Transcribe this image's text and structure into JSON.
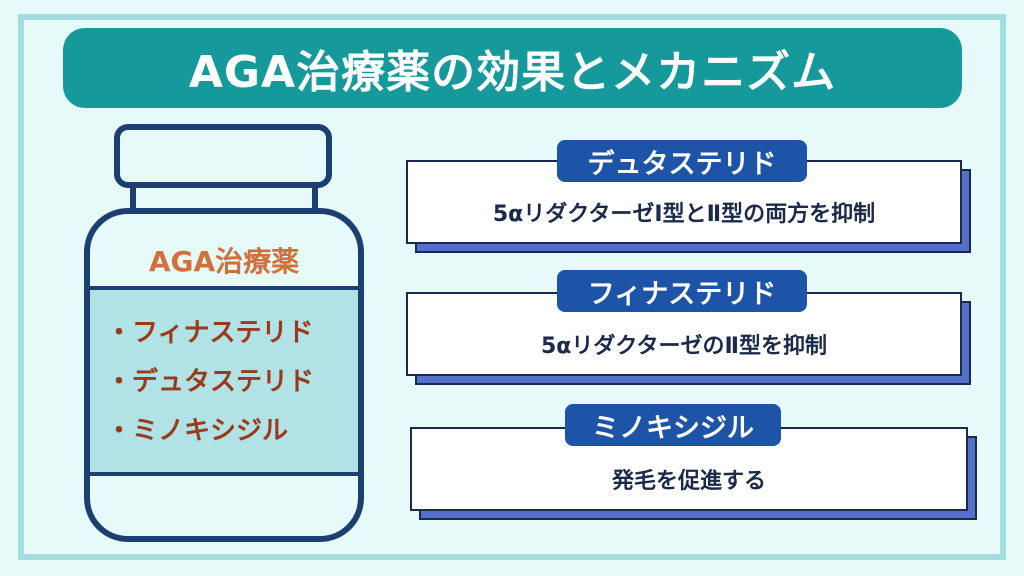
{
  "title": "AGA治療薬の効果とメカニズム",
  "bottle": {
    "label": "AGA治療薬",
    "items": [
      "・フィナステリド",
      "・デュタステリド",
      "・ミノキシジル"
    ]
  },
  "cards": [
    {
      "tag": "デュタステリド",
      "text": "5αリダクターゼⅠ型とⅡ型の両方を抑制"
    },
    {
      "tag": "フィナステリド",
      "text": "5αリダクターゼのⅡ型を抑制"
    },
    {
      "tag": "ミノキシジル",
      "text": "発毛を促進する"
    }
  ],
  "colors": {
    "title_bg": "#16999a",
    "navy": "#1b3f6e",
    "tag": "#1d54a8",
    "shadow": "#5470c8",
    "label": "#d0703a"
  }
}
